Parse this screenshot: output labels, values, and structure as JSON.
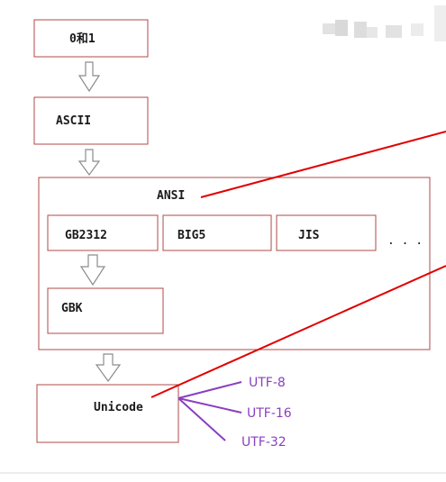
{
  "nodes": {
    "binary": "0和1",
    "ascii": "ASCII",
    "ansi": "ANSI",
    "gb2312": "GB2312",
    "big5": "BIG5",
    "jis": "JIS",
    "ellipsis": ". . .",
    "gbk": "GBK",
    "unicode": "Unicode"
  },
  "encodings": {
    "utf8": "UTF-8",
    "utf16": "UTF-16",
    "utf32": "UTF-32"
  },
  "colors": {
    "box_border": "#b04a4a",
    "arrow_outline": "#8c8c8c",
    "annotation_line": "#e10000",
    "utf_color": "#8a3fbf",
    "text": "#1a1a1a"
  }
}
